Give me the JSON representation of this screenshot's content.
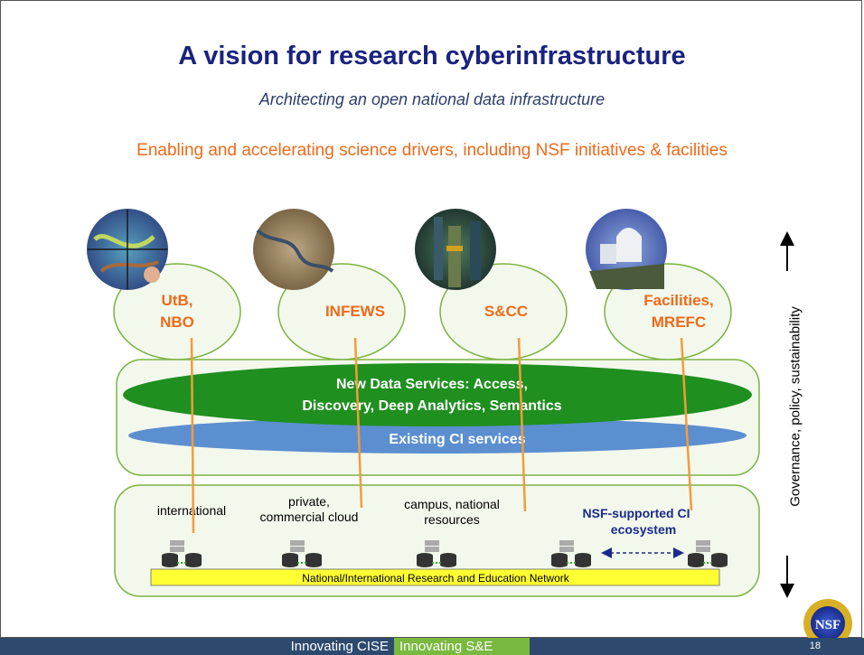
{
  "header": {
    "title": "A vision for research cyberinfrastructure",
    "subtitle": "Architecting an open national data infrastructure",
    "drivers": "Enabling and accelerating science drivers, including NSF initiatives & facilities"
  },
  "drivers": [
    {
      "line1": "UtB,",
      "line2": "NBO",
      "image_icon": "data-wall-image"
    },
    {
      "line1": "INFEWS",
      "line2": "",
      "image_icon": "river-landscape-image"
    },
    {
      "line1": "S&CC",
      "line2": "",
      "image_icon": "city-tower-image"
    },
    {
      "line1": "Facilities,",
      "line2": "MREFC",
      "image_icon": "observatory-image"
    }
  ],
  "services": {
    "new_line1": "New Data Services: Access,",
    "new_line2": "Discovery, Deep Analytics, Semantics",
    "existing": "Existing CI services"
  },
  "resources": {
    "international": "international",
    "private_line1": "private,",
    "private_line2": "commercial cloud",
    "campus_line1": "campus, national",
    "campus_line2": "resources",
    "nsf_line1": "NSF-supported  CI",
    "nsf_line2": "ecosystem",
    "network": "National/International Research and Education Network"
  },
  "side_label": "Governance, policy, sustainability",
  "footer": {
    "left": "Innovating CISE",
    "right": "Innovating S&E",
    "page": "18",
    "logo_text": "NSF"
  },
  "colors": {
    "title": "#1a237e",
    "accent_orange": "#ee6a1a",
    "oval_border": "#7cb342",
    "oval_fill": "#f3f8ec",
    "new_services_green": "#1f8f1f",
    "existing_blue": "#5b8fd0",
    "network_yellow": "#ffff33",
    "footer_blue": "#2d4a6e",
    "footer_green": "#79b93f",
    "nsf_blue": "#1a2a8a"
  }
}
